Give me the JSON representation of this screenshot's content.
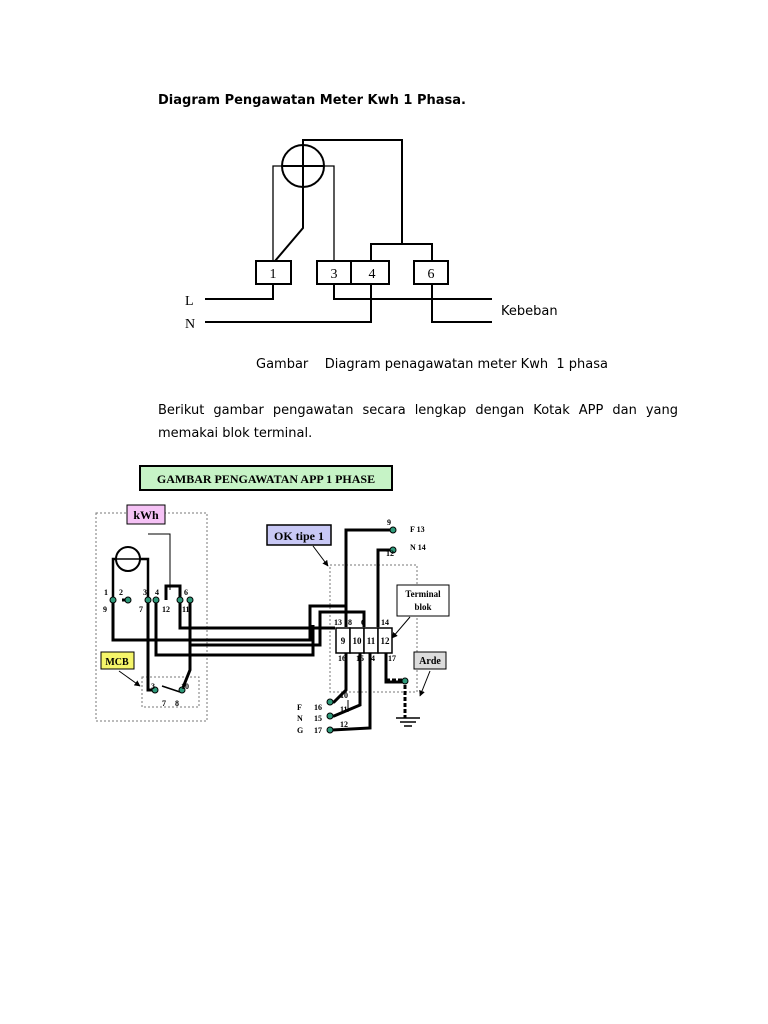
{
  "heading": "Diagram Pengawatan Meter Kwh 1 Phasa.",
  "diagram1": {
    "terminals": [
      "1",
      "3",
      "4",
      "6"
    ],
    "line_label": "L",
    "neutral_label": "N",
    "load_label": "Kebeban"
  },
  "caption": "Gambar    Diagram penagawatan meter Kwh  1 phasa",
  "paragraph": "Berikut gambar pengawatan secara lengkap dengan  Kotak APP dan yang memakai blok terminal.",
  "diagram2": {
    "title": "GAMBAR PENGAWATAN APP 1 PHASE",
    "kwh_label": "kWh",
    "ok_label": "OK tipe 1",
    "mcb_label": "MCB",
    "terminal_label_line1": "Terminal",
    "terminal_label_line2": "blok",
    "arde_label": "Arde",
    "kwh_terminals_top": [
      "1",
      "2",
      "3",
      "4",
      "6"
    ],
    "kwh_terminals_bottom": [
      "9",
      "7",
      "12",
      "11"
    ],
    "mcb_terminals_top": [
      "3",
      "10"
    ],
    "mcb_terminals_bottom": [
      "7",
      "8"
    ],
    "block_top": [
      "13",
      "8",
      "6",
      "14"
    ],
    "block_mid": [
      "9",
      "10",
      "11",
      "12"
    ],
    "block_bottom": [
      "16",
      "15",
      "4",
      "17"
    ],
    "out_top": [
      "9",
      "F 13",
      "12",
      "N 14"
    ],
    "in_labels": [
      "F",
      "N",
      "G"
    ],
    "in_numbers": [
      "16",
      "15",
      "17"
    ],
    "in_wires": [
      "10",
      "11",
      "12"
    ],
    "colors": {
      "title_bg": "#c6f3c6",
      "kwh_bg": "#f5c2f5",
      "ok_bg": "#c8c8f5",
      "mcb_bg": "#f5f56a",
      "arde_bg": "#dcdcdc",
      "terminal_dot": "#2e9a7a"
    }
  }
}
